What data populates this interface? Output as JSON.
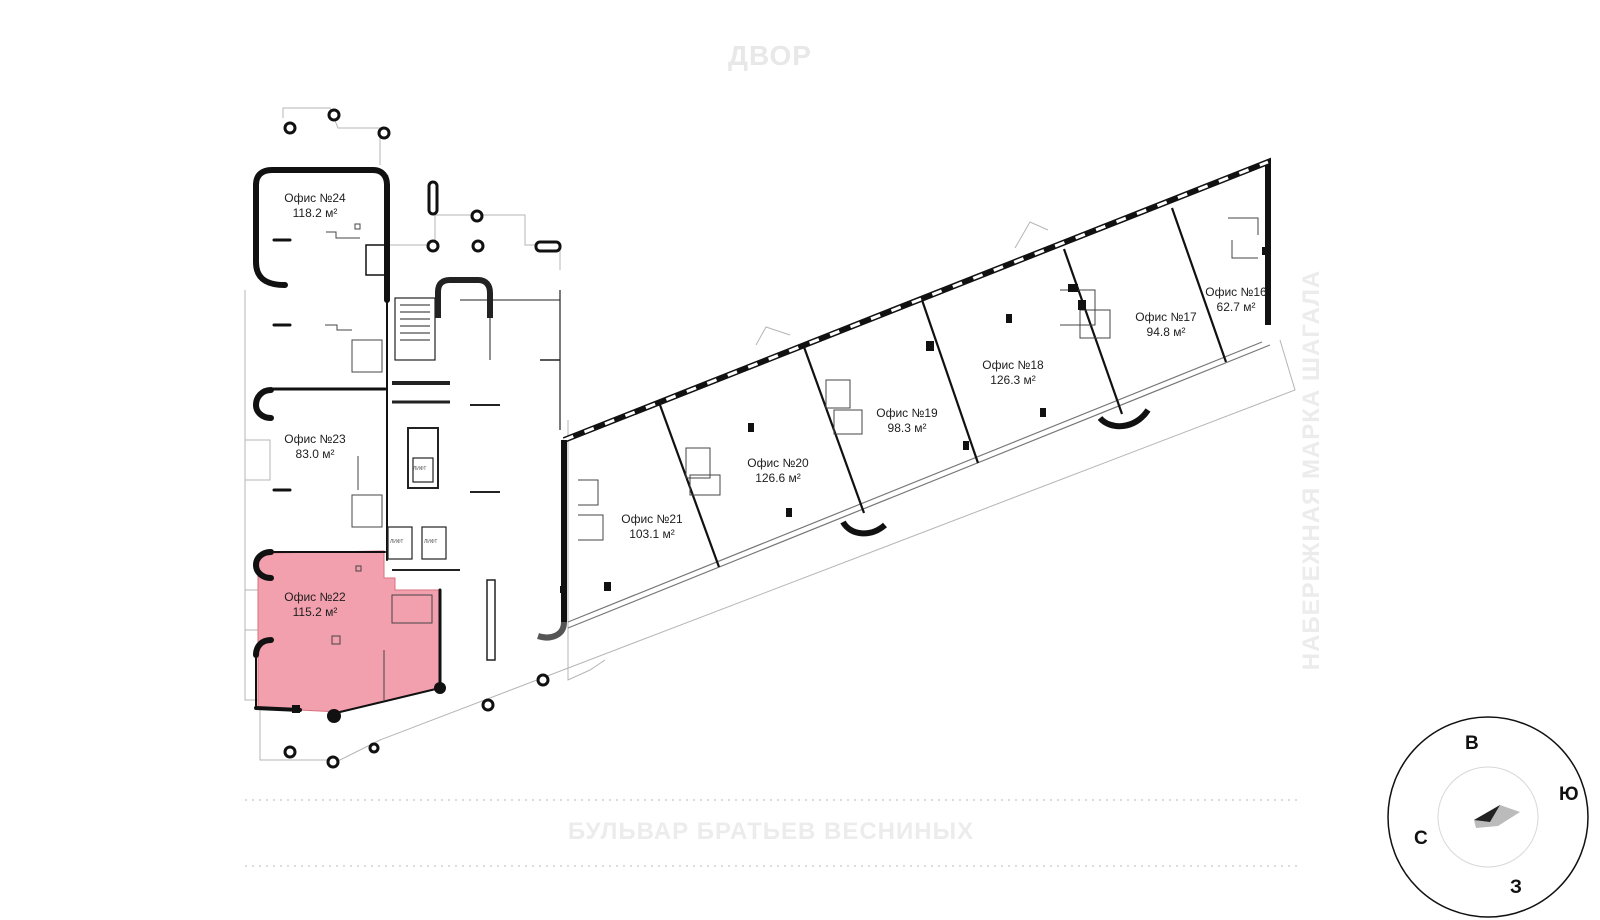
{
  "yard": {
    "label": "ДВОР"
  },
  "street": {
    "label": "БУЛЬВАР БРАТЬЕВ ВЕСНИНЫХ"
  },
  "embankment": {
    "label": "НАБЕРЕЖНАЯ МАРКА ШАГАЛА"
  },
  "offices": [
    {
      "name": "Офис №24",
      "area": "118.2 м²",
      "selected": false
    },
    {
      "name": "Офис №23",
      "area": "83.0 м²",
      "selected": false
    },
    {
      "name": "Офис №22",
      "area": "115.2 м²",
      "selected": true
    },
    {
      "name": "Офис №21",
      "area": "103.1 м²",
      "selected": false
    },
    {
      "name": "Офис №20",
      "area": "126.6 м²",
      "selected": false
    },
    {
      "name": "Офис №19",
      "area": "98.3 м²",
      "selected": false
    },
    {
      "name": "Офис №18",
      "area": "126.3 м²",
      "selected": false
    },
    {
      "name": "Офис №17",
      "area": "94.8 м²",
      "selected": false
    },
    {
      "name": "Офис №16",
      "area": "62.7 м²",
      "selected": false
    }
  ],
  "lifts": [
    "ЛИФТ",
    "ЛИФТ",
    "ЛИФТ"
  ],
  "compass": {
    "north": "С",
    "south": "Ю",
    "east": "В",
    "west": "З"
  },
  "colors": {
    "selected_fill": "#f2a0ae",
    "wall": "#111111",
    "line": "#9a9a9a"
  }
}
